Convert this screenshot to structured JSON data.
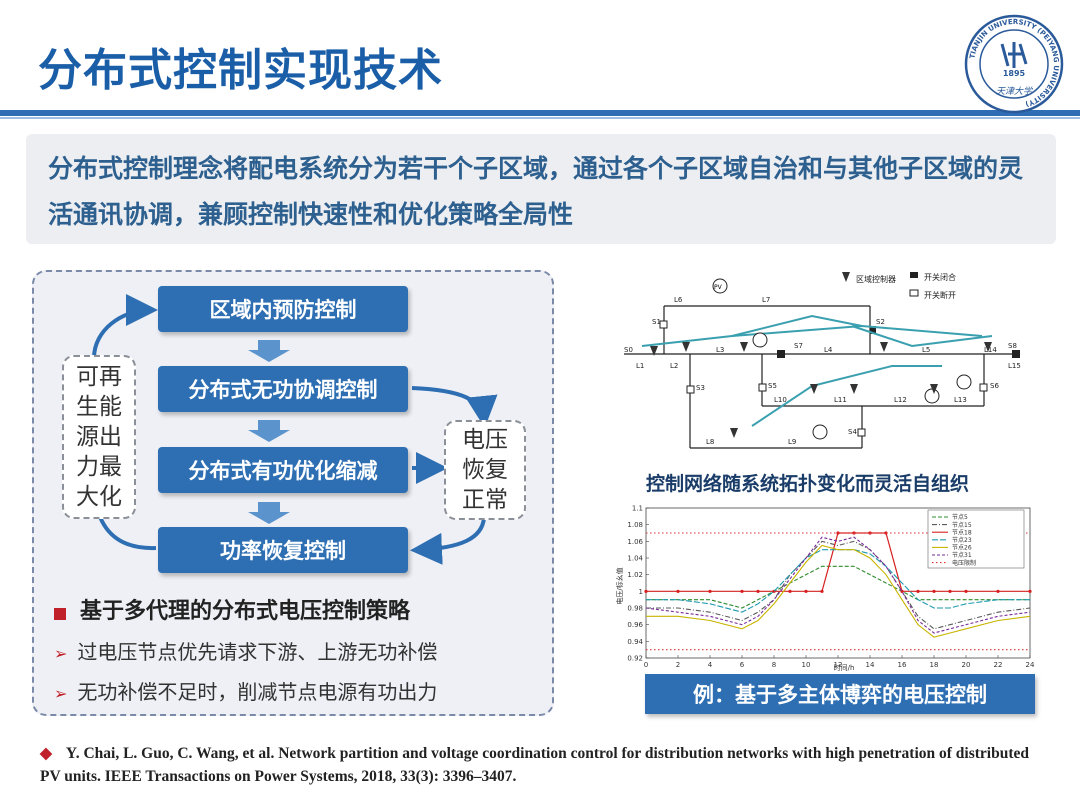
{
  "slide": {
    "title": "分布式控制实现技术",
    "summary": "分布式控制理念将配电系统分为若干个子区域，通过各个子区域自治和与其他子区域的灵活通讯协调，兼顾控制快速性和优化策略全局性"
  },
  "logo": {
    "ring_text": "TIANJIN UNIVERSITY (PEIYANG UNIVERSITY)",
    "year": "1895",
    "script": "天津大学"
  },
  "flow": {
    "steps": [
      "区域内预防控制",
      "分布式无功协调控制",
      "分布式有功优化缩减",
      "功率恢复控制"
    ],
    "left_box": "可再生能源出力最大化",
    "right_box": "电压恢复正常"
  },
  "bullets": {
    "main": "基于多代理的分布式电压控制策略",
    "subs": [
      "过电压节点优先请求下游、上游无功补偿",
      "无功补偿不足时，削减节点电源有功出力"
    ]
  },
  "network": {
    "caption": "控制网络随系统拓扑变化而灵活自组织",
    "legend": [
      "区域控制器",
      "开关闭合",
      "开关断开"
    ],
    "labels": [
      "S0",
      "L1",
      "L2",
      "L3",
      "L4",
      "L5",
      "L6",
      "L7",
      "L8",
      "L9",
      "L10",
      "L11",
      "L12",
      "L13",
      "L14",
      "L15",
      "S1",
      "S2",
      "S3",
      "S4",
      "S5",
      "S6",
      "S7",
      "S8",
      "PV"
    ]
  },
  "chart_data": {
    "type": "line",
    "xlabel": "时间/h",
    "ylabel": "电压/标幺值",
    "xlim": [
      0,
      24
    ],
    "ylim": [
      0.92,
      1.1
    ],
    "xticks": [
      0,
      2,
      4,
      6,
      8,
      10,
      12,
      14,
      16,
      18,
      20,
      22,
      24
    ],
    "yticks": [
      0.92,
      0.94,
      0.96,
      0.98,
      1,
      1.02,
      1.04,
      1.06,
      1.08,
      1.1
    ],
    "x": [
      0,
      2,
      4,
      6,
      7,
      8,
      9,
      10,
      11,
      12,
      13,
      14,
      15,
      16,
      17,
      18,
      19,
      20,
      22,
      24
    ],
    "series": [
      {
        "name": "节点5",
        "color": "#2e8b2e",
        "values": [
          0.99,
          0.99,
          0.99,
          0.98,
          0.99,
          1.0,
          1.01,
          1.02,
          1.03,
          1.03,
          1.03,
          1.02,
          1.01,
          1.0,
          0.99,
          0.99,
          0.99,
          0.99,
          0.99,
          0.99
        ]
      },
      {
        "name": "节点15",
        "color": "#5a5a5a",
        "values": [
          0.98,
          0.98,
          0.975,
          0.965,
          0.975,
          0.99,
          1.02,
          1.04,
          1.06,
          1.055,
          1.06,
          1.05,
          1.03,
          1.0,
          0.97,
          0.955,
          0.96,
          0.965,
          0.975,
          0.98
        ]
      },
      {
        "name": "节点18",
        "color": "#d62020",
        "values": [
          1.0,
          1.0,
          1.0,
          1.0,
          1.0,
          1.0,
          1.0,
          1.0,
          1.0,
          1.07,
          1.07,
          1.07,
          1.07,
          1.0,
          1.0,
          1.0,
          1.0,
          1.0,
          1.0,
          1.0
        ]
      },
      {
        "name": "节点23",
        "color": "#1e9ab0",
        "values": [
          0.99,
          0.99,
          0.985,
          0.975,
          0.985,
          1.0,
          1.02,
          1.04,
          1.05,
          1.05,
          1.05,
          1.045,
          1.03,
          1.01,
          0.99,
          0.98,
          0.98,
          0.985,
          0.99,
          0.99
        ]
      },
      {
        "name": "节点26",
        "color": "#c8b400",
        "values": [
          0.97,
          0.97,
          0.965,
          0.955,
          0.965,
          0.985,
          1.01,
          1.035,
          1.055,
          1.05,
          1.05,
          1.04,
          1.02,
          0.99,
          0.96,
          0.945,
          0.95,
          0.955,
          0.965,
          0.97
        ]
      },
      {
        "name": "节点31",
        "color": "#7a2a9a",
        "values": [
          0.98,
          0.975,
          0.97,
          0.96,
          0.97,
          0.99,
          1.015,
          1.04,
          1.065,
          1.06,
          1.065,
          1.05,
          1.03,
          1.0,
          0.965,
          0.95,
          0.955,
          0.96,
          0.97,
          0.975
        ]
      },
      {
        "name": "电压限制",
        "color": "#e03030",
        "values": [
          1.07,
          1.07,
          1.07,
          1.07,
          1.07,
          1.07,
          1.07,
          1.07,
          1.07,
          1.07,
          1.07,
          1.07,
          1.07,
          1.07,
          1.07,
          1.07,
          1.07,
          1.07,
          1.07,
          1.07
        ]
      },
      {
        "name": "电压限制",
        "color": "#e03030",
        "values": [
          0.93,
          0.93,
          0.93,
          0.93,
          0.93,
          0.93,
          0.93,
          0.93,
          0.93,
          0.93,
          0.93,
          0.93,
          0.93,
          0.93,
          0.93,
          0.93,
          0.93,
          0.93,
          0.93,
          0.93
        ]
      }
    ]
  },
  "example": "例：基于多主体博弈的电压控制",
  "reference": "Y. Chai, L. Guo, C. Wang, et al. Network partition and voltage coordination control for distribution networks with high penetration of distributed PV units. IEEE Transactions on Power Systems, 2018, 33(3): 3396–3407.",
  "colors": {
    "brand_blue": "#2e6fb3",
    "title_blue": "#1a5ea8",
    "bullet_red": "#c0202a"
  }
}
